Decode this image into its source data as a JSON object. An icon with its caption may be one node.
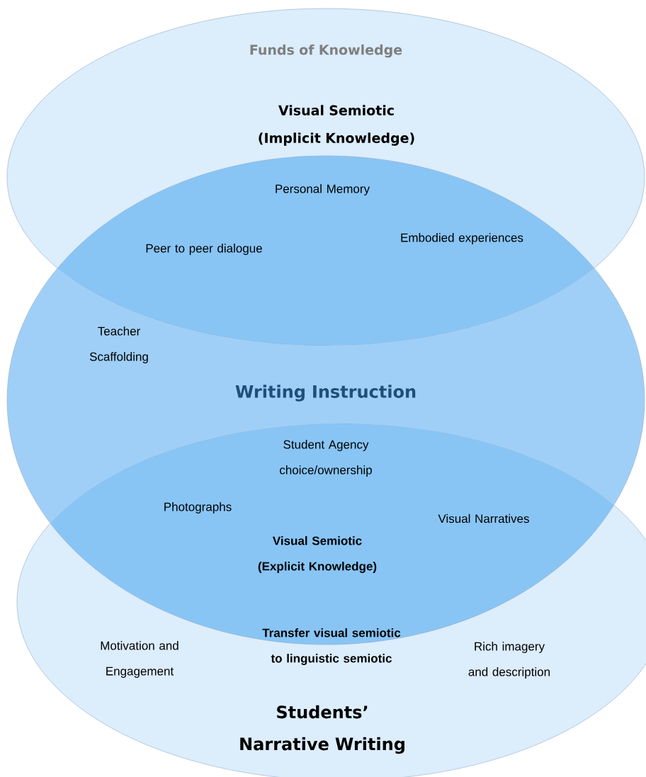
{
  "diagram": {
    "nodes": [
      {
        "text": [
          "Funds of Knowledge",
          "Visual Semiotic (Implicit Knowledge)"
        ]
      },
      {
        "text": [
          "Writing Instruction"
        ]
      },
      {
        "text": [
          "Students’ Narrative Writing"
        ]
      }
    ],
    "labels": [
      "Personal Memory",
      "Embodied experiences",
      "Peer to peer dialogue",
      "Teacher Scaffolding",
      "Student Agency choice/ownership",
      "Photographs",
      "Visual Narratives",
      "Visual Semiotic (Explicit Knowledge)",
      "Motivation and Engagement",
      "Transfer visual semiotic to linguistic semiotic",
      "Rich imagery and description"
    ]
  }
}
